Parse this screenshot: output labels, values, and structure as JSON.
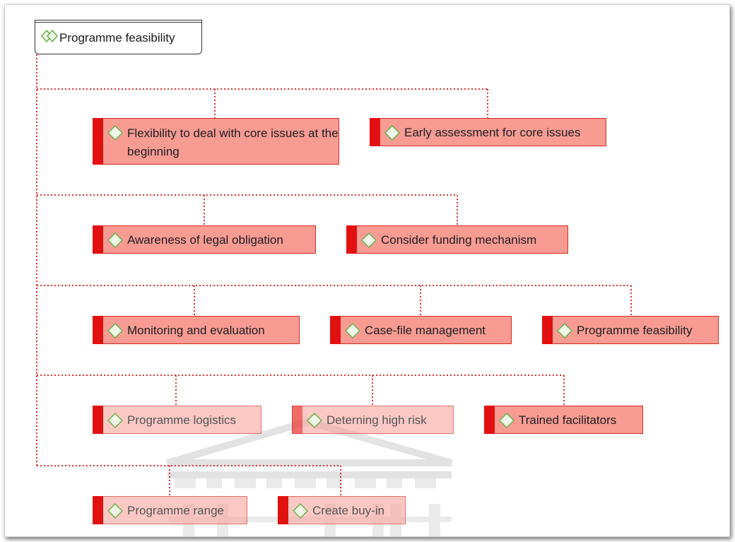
{
  "diagram": {
    "root": {
      "label": "Programme feasibility",
      "icon": "double-diamond-icon"
    },
    "rows": [
      {
        "nodes": [
          {
            "label": "Flexibility to deal with core issues at the beginning",
            "icon": "diamond-icon"
          },
          {
            "label": "Early assessment for core issues",
            "icon": "diamond-icon"
          }
        ]
      },
      {
        "nodes": [
          {
            "label": "Awareness of legal obligation",
            "icon": "diamond-icon"
          },
          {
            "label": "Consider funding mechanism",
            "icon": "diamond-icon"
          }
        ]
      },
      {
        "nodes": [
          {
            "label": "Monitoring and evaluation",
            "icon": "diamond-icon"
          },
          {
            "label": "Case-file management",
            "icon": "diamond-icon"
          },
          {
            "label": "Programme feasibility",
            "icon": "diamond-icon"
          }
        ]
      },
      {
        "nodes": [
          {
            "label": "Programme logistics",
            "icon": "diamond-icon"
          },
          {
            "label": "Deterning high risk",
            "icon": "diamond-icon"
          },
          {
            "label": "Trained facilitators",
            "icon": "diamond-icon"
          }
        ]
      },
      {
        "nodes": [
          {
            "label": "Programme range",
            "icon": "diamond-icon"
          },
          {
            "label": "Create buy-in",
            "icon": "diamond-icon"
          }
        ]
      }
    ],
    "colors": {
      "node_fill": "#f79b93",
      "node_border": "#d62a22",
      "node_bar": "#e21111",
      "connector": "#e03030",
      "icon_fill": "#eef7e8",
      "icon_stroke": "#6bb04a",
      "watermark": "#d8d8d8"
    }
  }
}
